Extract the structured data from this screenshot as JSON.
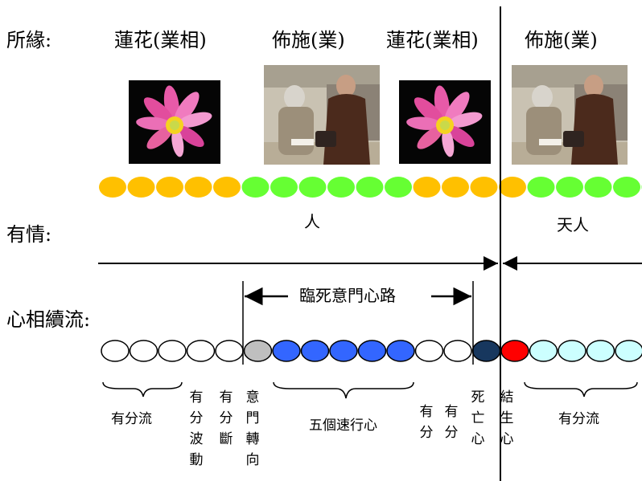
{
  "labels": {
    "condition": "所緣:",
    "being": "有情:",
    "stream": "心相續流:"
  },
  "conditions": [
    "蓮花(業相)",
    "佈施(業)",
    "蓮花(業相)",
    "佈施(業)"
  ],
  "beings": {
    "human": "人",
    "deva": "天人"
  },
  "process_label": "臨死意門心路",
  "stream_labels": {
    "bhavanga_flow_left": "有分流",
    "bhavanga_vibration": "有\n分\n波\n動",
    "bhavanga_arrest": "有\n分\n斷",
    "mind_door_adverting": "意\n門\n轉\n向",
    "five_javana": "五個速行心",
    "bhavanga_1": "有\n分",
    "bhavanga_2": "有\n分",
    "death_mind": "死\n亡\n心",
    "rebirth_linking": "結\n生\n心",
    "bhavanga_flow_right": "有分流"
  },
  "colors": {
    "yellow": "#ffc000",
    "green": "#66ff33",
    "gray": "#bfbfbf",
    "blue": "#3366ff",
    "navy": "#17375e",
    "red": "#ff0000",
    "cyan": "#ccffff",
    "white": "#ffffff"
  },
  "kamma_bar": [
    "yellow",
    "yellow",
    "yellow",
    "yellow",
    "yellow",
    "green",
    "green",
    "green",
    "green",
    "green",
    "green",
    "yellow",
    "yellow",
    "yellow",
    "yellow",
    "green",
    "green",
    "green",
    "green",
    "green"
  ],
  "stream_bar": [
    "white",
    "white",
    "white",
    "white",
    "white",
    "gray",
    "blue",
    "blue",
    "blue",
    "blue",
    "blue",
    "white",
    "white",
    "navy",
    "red",
    "cyan",
    "cyan",
    "cyan",
    "cyan",
    "cyan"
  ]
}
